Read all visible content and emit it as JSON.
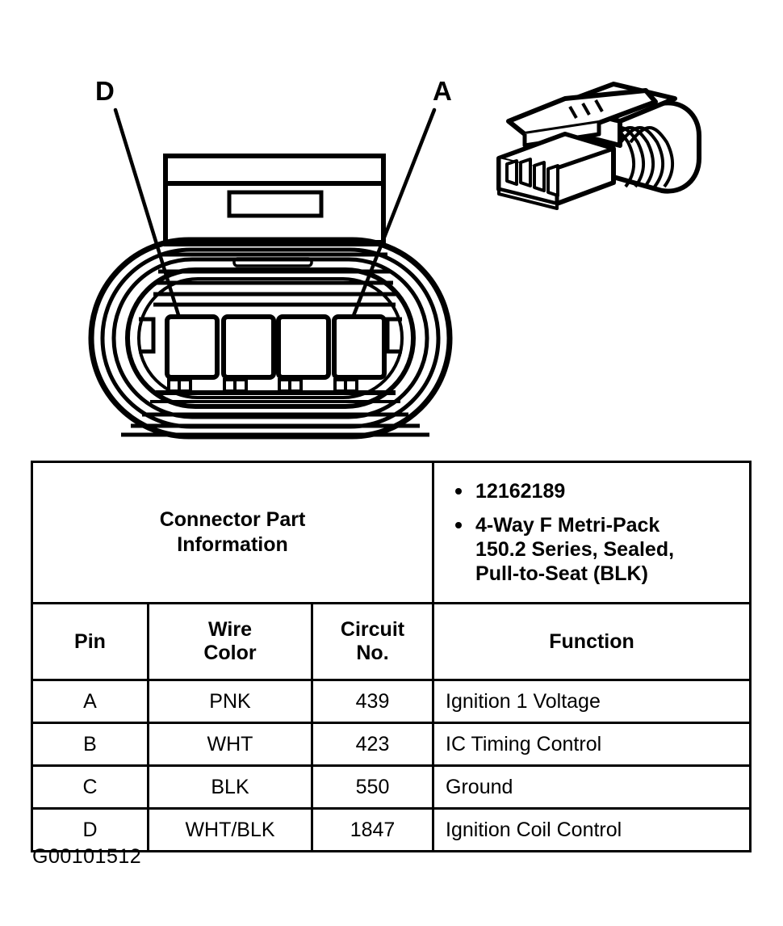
{
  "diagram": {
    "callouts": [
      {
        "label": "D",
        "pin": "D",
        "cavity_index": 0
      },
      {
        "label": "A",
        "pin": "A",
        "cavity_index": 3
      }
    ],
    "connector_face_name": "connector-face-front-view",
    "connector_iso_name": "connector-isometric-view",
    "cavity_count": 4
  },
  "table": {
    "info_label": "Connector Part Information",
    "info_label_line1": "Connector Part",
    "info_label_line2": "Information",
    "part_items": [
      {
        "lines": [
          "12162189"
        ]
      },
      {
        "lines": [
          "4-Way F Metri-Pack",
          "150.2 Series, Sealed,",
          "Pull-to-Seat (BLK)"
        ]
      }
    ],
    "columns": [
      {
        "id": "pin",
        "label": "Pin",
        "lines": [
          "Pin"
        ]
      },
      {
        "id": "wire_color",
        "label": "Wire Color",
        "lines": [
          "Wire",
          "Color"
        ]
      },
      {
        "id": "circuit_no",
        "label": "Circuit No.",
        "lines": [
          "Circuit",
          "No."
        ]
      },
      {
        "id": "function",
        "label": "Function",
        "lines": [
          "Function"
        ]
      }
    ],
    "rows": [
      {
        "pin": "A",
        "wire_color": "PNK",
        "circuit_no": "439",
        "function": "Ignition 1 Voltage"
      },
      {
        "pin": "B",
        "wire_color": "WHT",
        "circuit_no": "423",
        "function": "IC Timing Control"
      },
      {
        "pin": "C",
        "wire_color": "BLK",
        "circuit_no": "550",
        "function": "Ground"
      },
      {
        "pin": "D",
        "wire_color": "WHT/BLK",
        "circuit_no": "1847",
        "function": "Ignition Coil Control"
      }
    ]
  },
  "footer": {
    "code": "G00101512"
  },
  "colors": {
    "ink": "#000000",
    "paper": "#ffffff"
  }
}
